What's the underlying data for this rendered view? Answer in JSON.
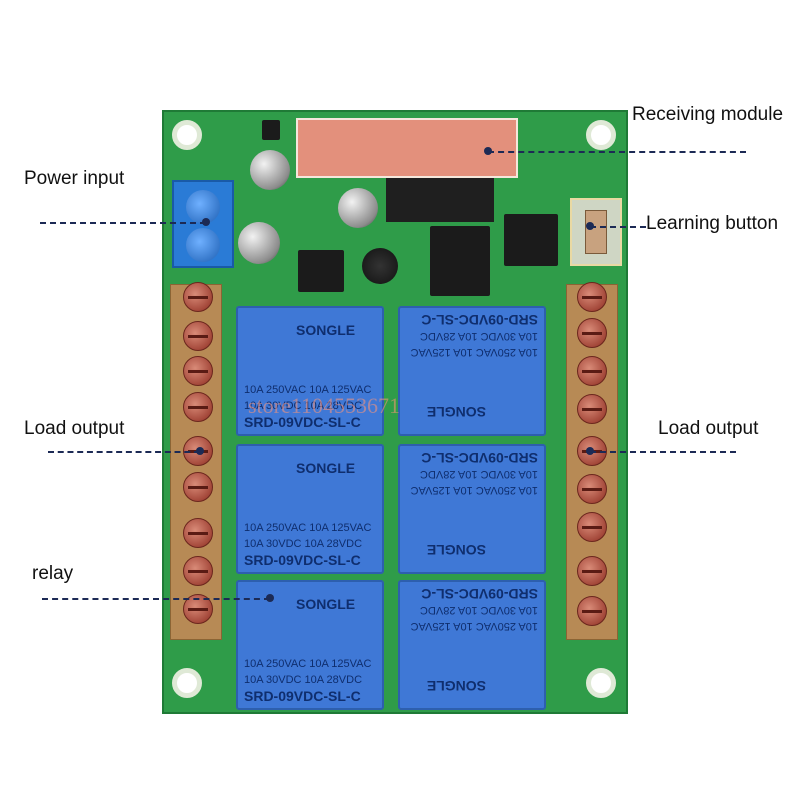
{
  "labels": {
    "receiving_module": "Receiving module",
    "power_input": "Power input",
    "learning_button": "Learning button",
    "load_output_left": "Load output",
    "load_output_right": "Load output",
    "relay": "relay"
  },
  "relay_markings": {
    "brand": "SONGLE",
    "rating_line1": "10A 250VAC  10A 125VAC",
    "rating_line2": "10A  30VDC  10A  28VDC",
    "model": "SRD-09VDC-SL-C"
  },
  "watermark": "store1104553671",
  "colors": {
    "board": "#2f9c49",
    "relay": "#3f78d6",
    "terminal": "#b78a55",
    "screw": "#a4483a",
    "leader": "#1c2a55"
  }
}
